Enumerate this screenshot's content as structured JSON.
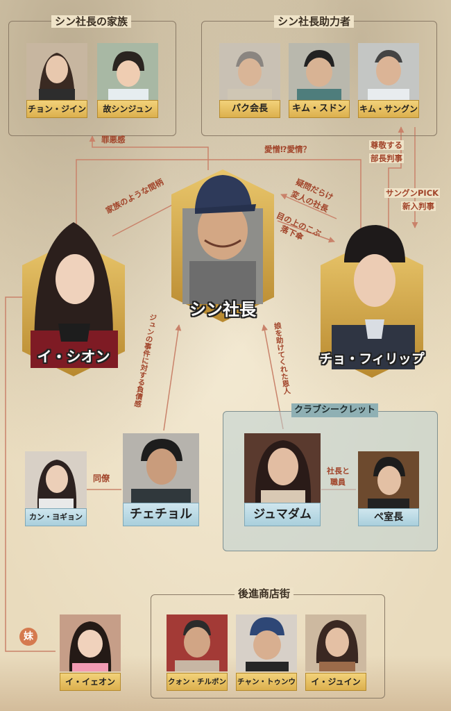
{
  "groups": {
    "family": "シン社長の家族",
    "helpers": "シン社長助力者",
    "club": "クラブシークレット",
    "shopping": "後進商店街"
  },
  "main": {
    "shin": "シン社長",
    "ision": "イ・シオン",
    "philip": "チョ・フィリップ"
  },
  "people": {
    "jeong_jiin": "チョン・ジイン",
    "shin_jun": "故シンジュン",
    "park": "パク会長",
    "kim_sdon": "キム・スドン",
    "kim_sangun": "キム・サングン",
    "kang": "カン・ヨギョン",
    "chejol": "チェチョル",
    "jumadam": "ジュマダム",
    "be": "ペ室長",
    "ieon": "イ・イェオン",
    "kwon": "クォン・チルボン",
    "chang": "チャン・トゥンウ",
    "ijuin": "イ・ジュイン"
  },
  "relations": {
    "guilt": "罪悪感",
    "love_hate": "愛憎⁉愛情？",
    "respect_1": "尊敬する",
    "respect_2": "部長判事",
    "pick_1": "サングンPICK",
    "pick_2": "新入判事",
    "family_like": "家族のような間柄",
    "doubt_1": "疑問だらけ",
    "doubt_2": "変人の社長",
    "eyesore_1": "目の上のこぶ",
    "eyesore_2": "落下傘",
    "debt": "ジュンの事件に対する負債感",
    "benefactor": "娘を助けてくれた恩人",
    "colleague": "同僚",
    "boss_staff_1": "社長と",
    "boss_staff_2": "職員",
    "sister": "妹"
  },
  "colors": {
    "relation_text": "#a1442a",
    "line": "#c9826a",
    "gold": "#dcb04e",
    "club_bg": "#bed2d4"
  }
}
